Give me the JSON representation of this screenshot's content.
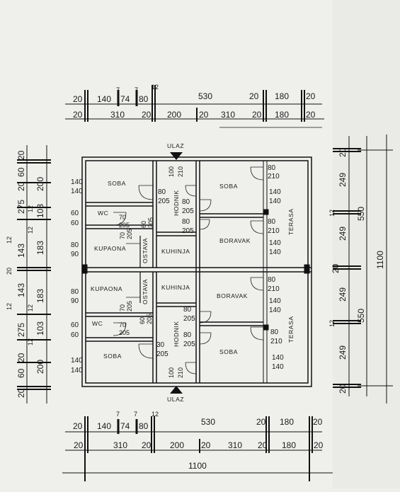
{
  "rooms": {
    "soba": "SOBA",
    "wc": "WC",
    "kupaona": "KUPAONA",
    "kuhinja": "KUHINJA",
    "boravak": "BORAVAK",
    "ostava": "OSTAVA",
    "hodnik": "HODNIK",
    "terasa": "TERASA",
    "ulaz": "ULAZ"
  },
  "dim_top_row1": [
    "20",
    "140",
    "7",
    "74",
    "7",
    "80",
    "12",
    "530",
    "20",
    "180",
    "20"
  ],
  "dim_top_row2": [
    "20",
    "310",
    "20",
    "200",
    "20",
    "310",
    "20",
    "180",
    "20"
  ],
  "dim_bottom_row1": [
    "20",
    "140",
    "7",
    "74",
    "7",
    "80",
    "12",
    "530",
    "20",
    "180",
    "20"
  ],
  "dim_bottom_row2": [
    "20",
    "310",
    "20",
    "200",
    "20",
    "310",
    "20",
    "180",
    "20"
  ],
  "dim_bottom_total": "1100",
  "dim_left_col1": [
    "20",
    "60",
    "20",
    "275",
    "12",
    "143",
    "20",
    "143",
    "12",
    "275",
    "20",
    "60",
    "20"
  ],
  "dim_left_col2": [
    "200",
    "12",
    "103",
    "12",
    "183",
    "183",
    "12",
    "103",
    "12",
    "200"
  ],
  "dim_right_col1": [
    "20",
    "249",
    "12",
    "249",
    "20",
    "249",
    "12",
    "249",
    "20"
  ],
  "dim_right_col2": [
    "550",
    "550"
  ],
  "dim_right_total": "1100",
  "openings": {
    "w140_140": [
      "140",
      "140"
    ],
    "w60_60": [
      "60",
      "60"
    ],
    "w80_90": [
      "80",
      "90"
    ],
    "d80_210": [
      "80",
      "210"
    ],
    "d80_205": [
      "80",
      "205"
    ],
    "d70_205": [
      "70",
      "205"
    ],
    "d100_210": [
      "100",
      "210"
    ],
    "d60_205": [
      "60",
      "205"
    ],
    "d140_140": [
      "140",
      "140"
    ],
    "d30_205": [
      "30",
      "205"
    ]
  }
}
